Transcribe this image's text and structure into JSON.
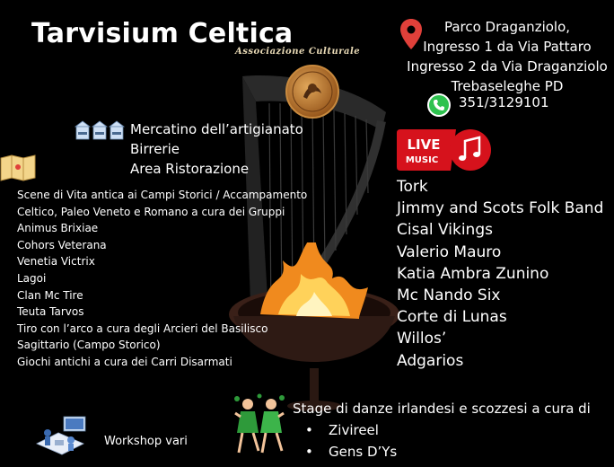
{
  "title": "Tarvisium Celtica",
  "subtitle": "Associazione Culturale",
  "location": {
    "lines": [
      "Parco Draganziolo,",
      "Ingresso 1 da Via  Pattaro",
      "Ingresso 2 da Via Draganziolo",
      "Trebaseleghe PD"
    ],
    "phone": "351/3129101"
  },
  "live_music": {
    "badge_line1": "LIVE",
    "badge_line2": "MUSIC",
    "bands": [
      "Tork",
      "Jimmy and Scots Folk Band",
      "Cisal Vikings",
      "Valerio Mauro",
      "Katia Ambra Zunino",
      "Mc Nando Six",
      "Corte di Lunas",
      "Willos’",
      "Adgarios"
    ]
  },
  "market": {
    "items": [
      "Mercatino dell’artigianato",
      "Birrerie",
      "Area Ristorazione"
    ]
  },
  "activities": [
    "Scene di Vita antica ai Campi Storici / Accampamento",
    "Celtico, Paleo Veneto e Romano a cura dei Gruppi",
    "Animus Brixiae",
    "Cohors Veterana",
    "Venetia Victrix",
    "Lagoi",
    "Clan Mc Tire",
    "Teuta Tarvos",
    "Tiro con l’arco a cura degli Arcieri del Basilisco",
    "Sagittario (Campo Storico)",
    "Giochi antichi a cura dei Carri Disarmati"
  ],
  "dance": {
    "heading": "Stage di danze irlandesi e scozzesi a cura di",
    "groups": [
      "Zivireel",
      "Gens D’Ys"
    ]
  },
  "workshop": "Workshop vari",
  "colors": {
    "background": "#000000",
    "text": "#ffffff",
    "live_red": "#d6121c",
    "pin_red": "#e0403a",
    "phone_green": "#2ec24f"
  }
}
